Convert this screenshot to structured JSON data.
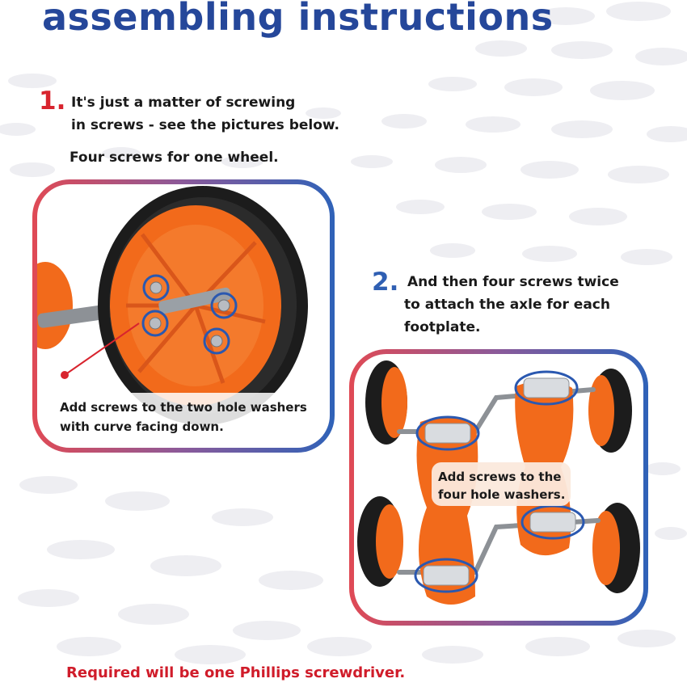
{
  "title": "assembling instructions",
  "step1": {
    "number": "1.",
    "line1": "It's just a matter of screwing",
    "line2": "in screws - see the pictures below.",
    "line3": "Four screws for one wheel.",
    "callout_line1": "Add screws to the two hole washers",
    "callout_line2": "with curve facing down."
  },
  "step2": {
    "number": "2.",
    "line1": "And then four screws twice",
    "line2": "to attach the axle for each",
    "line3": "footplate.",
    "callout_line1": "Add screws to the",
    "callout_line2": "four hole washers."
  },
  "footer_note": "Required will be one Phillips screwdriver.",
  "colors": {
    "title": "#25479a",
    "step1_number": "#d8242e",
    "step2_number": "#2f5fb3",
    "note": "#d01c2a",
    "orange": "#f26a1b",
    "tire": "#1c1c1c",
    "circle": "#2a58b0"
  }
}
